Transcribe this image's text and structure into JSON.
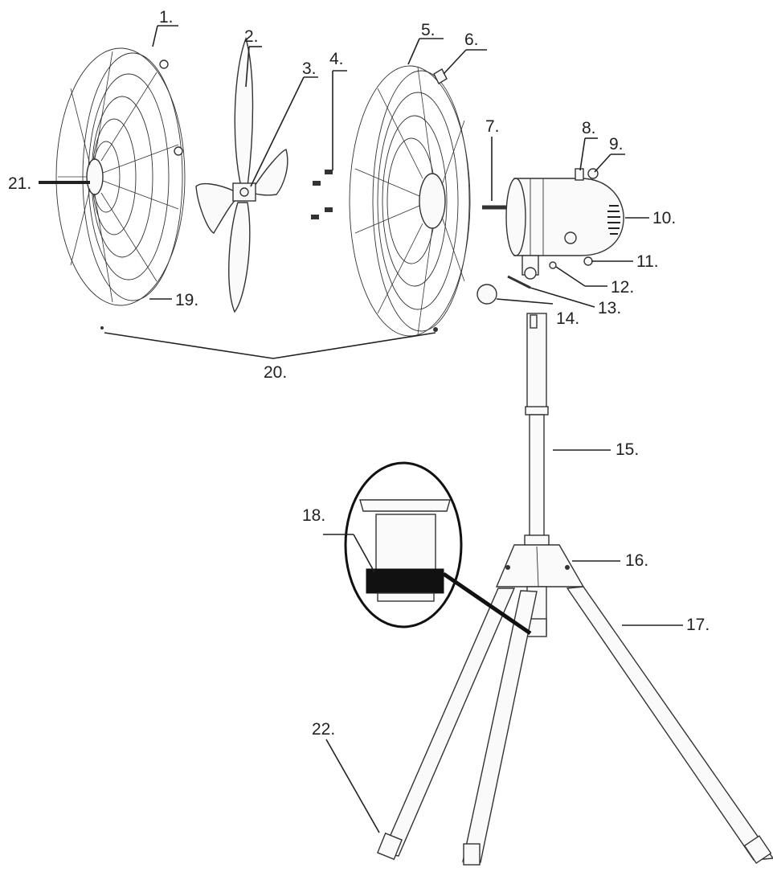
{
  "parts": [
    {
      "id": "1",
      "label": "1."
    },
    {
      "id": "2",
      "label": "2."
    },
    {
      "id": "3",
      "label": "3."
    },
    {
      "id": "4",
      "label": "4."
    },
    {
      "id": "5",
      "label": "5."
    },
    {
      "id": "6",
      "label": "6."
    },
    {
      "id": "7",
      "label": "7."
    },
    {
      "id": "8",
      "label": "8."
    },
    {
      "id": "9",
      "label": "9."
    },
    {
      "id": "10",
      "label": "10."
    },
    {
      "id": "11",
      "label": "11."
    },
    {
      "id": "12",
      "label": "12."
    },
    {
      "id": "13",
      "label": "13."
    },
    {
      "id": "14",
      "label": "14."
    },
    {
      "id": "15",
      "label": "15."
    },
    {
      "id": "16",
      "label": "16."
    },
    {
      "id": "17",
      "label": "17."
    },
    {
      "id": "18",
      "label": "18."
    },
    {
      "id": "19",
      "label": "19."
    },
    {
      "id": "20",
      "label": "20."
    },
    {
      "id": "21",
      "label": "21."
    },
    {
      "id": "22",
      "label": "22."
    }
  ]
}
